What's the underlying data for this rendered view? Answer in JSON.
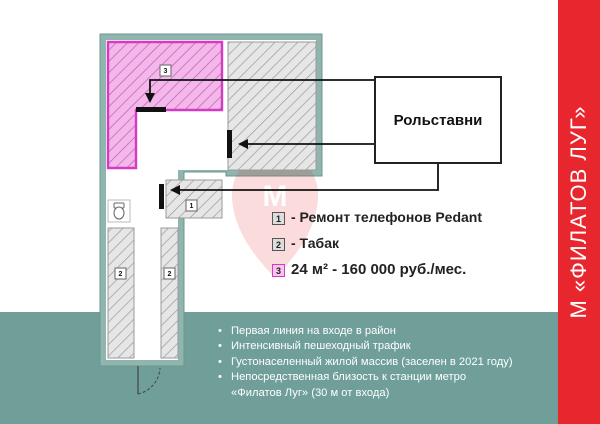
{
  "side_title": "М «ФИЛАТОВ ЛУГ»",
  "callout": {
    "label": "Рольставни"
  },
  "plan": {
    "unit_labels": {
      "u1": "1",
      "u2a": "2",
      "u2b": "2",
      "u3": "3"
    }
  },
  "legend": [
    {
      "num": "1",
      "text": "- Ремонт телефонов Pedant"
    },
    {
      "num": "2",
      "text": "- Табак"
    },
    {
      "num": "3",
      "text": "24 м² - 160 000 руб./мес."
    }
  ],
  "features": [
    "Первая линия на входе в район",
    "Интенсивный пешеходный трафик",
    "Густонаселенный жилой массив (заселен в 2021 году)",
    "Непосредственная близость к станции метро",
    "«Филатов Луг» (30 м от входа)"
  ],
  "colors": {
    "accent_red": "#e8262e",
    "teal": "#6f9f98",
    "highlight_pink": "#d43bc2",
    "wall_green": "#8fb5ae"
  }
}
